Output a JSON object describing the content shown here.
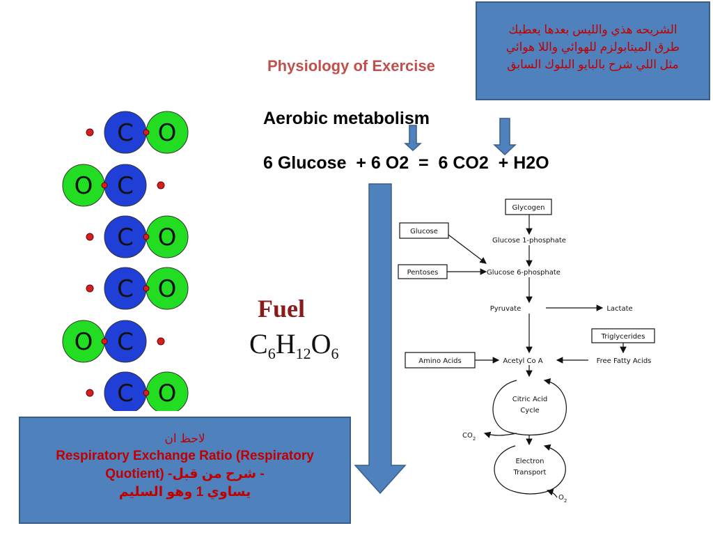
{
  "title": "Physiology of Exercise",
  "heading": "Aerobic metabolism",
  "equation": "6 Glucose  + 6 O2  =  6 CO2  + H2O",
  "note_top": {
    "line1": "الشريحه هذي والليس بعدها يعطيك",
    "line2": "طرق الميتابولزم للهوائي واللا هوائي",
    "line3": "مثل اللي شرح بالبايو البلوك السابق"
  },
  "note_bottom": {
    "line1": "لاحظ ان",
    "line2": "Respiratory Exchange Ratio (Respiratory",
    "line3": "Quotient) -شرح من قبل -",
    "line4": "يساوي 1 وهو السليم"
  },
  "molecules": {
    "carbon_label": "C",
    "oxygen_label": "O",
    "rows": [
      {
        "o_side": "right"
      },
      {
        "o_side": "left"
      },
      {
        "o_side": "right"
      },
      {
        "o_side": "right"
      },
      {
        "o_side": "left"
      },
      {
        "o_side": "right"
      }
    ],
    "colors": {
      "carbon": "#1f3fd6",
      "oxygen": "#22dd22",
      "electron": "#d62020"
    }
  },
  "fuel": {
    "word": "Fuel",
    "formula": {
      "c": "C",
      "c_sub": "6",
      "h": "H",
      "h_sub": "12",
      "o": "O",
      "o_sub": "6"
    }
  },
  "pathway": {
    "glycogen": "Glycogen",
    "glucose": "Glucose",
    "g1p": "Glucose 1-phosphate",
    "pentoses": "Pentoses",
    "g6p": "Glucose 6-phosphate",
    "pyruvate": "Pyruvate",
    "lactate": "Lactate",
    "triglycerides": "Triglycerides",
    "amino_acids": "Amino Acids",
    "acetyl_coa": "Acetyl Co A",
    "free_fatty_acids": "Free Fatty Acids",
    "citric_acid_cycle_1": "Citric Acid",
    "citric_acid_cycle_2": "Cycle",
    "co2": "CO",
    "co2_sub": "2",
    "electron_transport_1": "Electron",
    "electron_transport_2": "Transport",
    "o2": "O",
    "o2_sub": "2"
  },
  "colors": {
    "title": "#c0504d",
    "note_fill": "#4f81bd",
    "note_text": "#c00000",
    "arrow_fill": "#4f81bd"
  }
}
